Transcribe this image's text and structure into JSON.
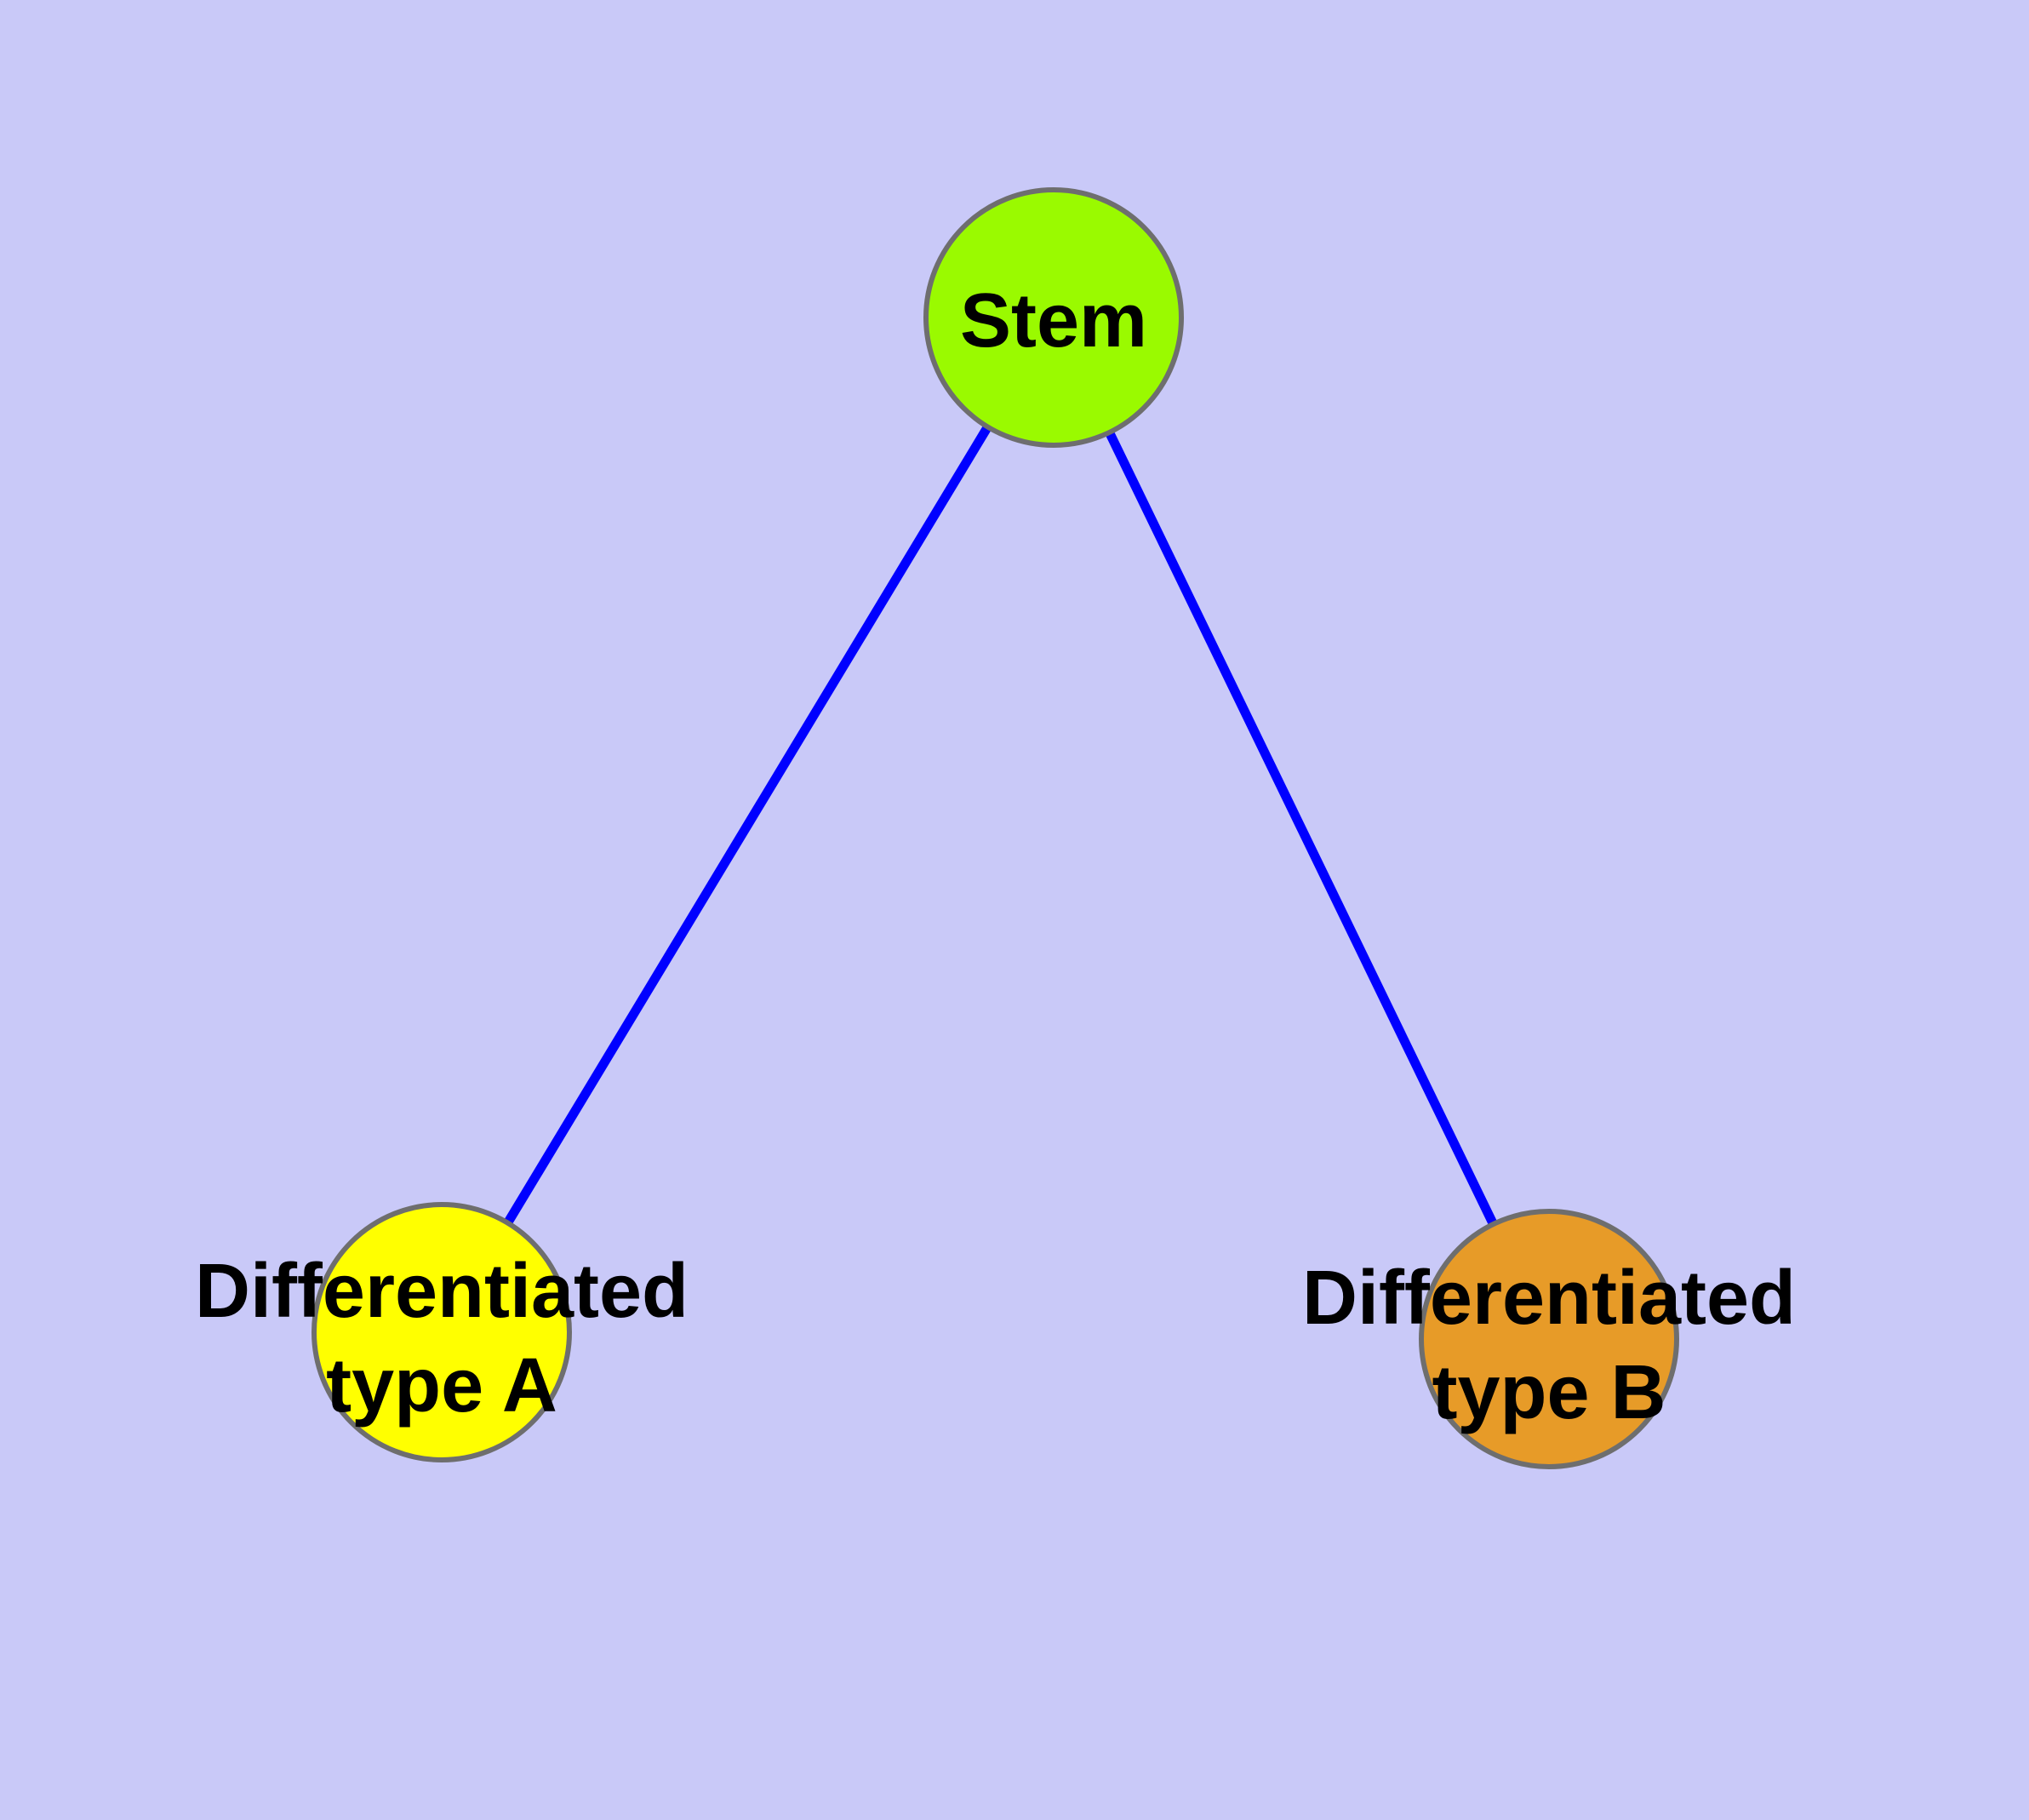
{
  "colors": {
    "background": "#C9C9F8",
    "edge": "#0000FF",
    "node_border": "#6E6E6E",
    "label_text": "#000000"
  },
  "diagram": {
    "type": "graph",
    "nodes": [
      {
        "id": "stem",
        "label": "Stem",
        "fill": "#9AFA00"
      },
      {
        "id": "type-a",
        "label_line1": "Differentiated",
        "label_line2": "type A",
        "fill": "#FFFF00"
      },
      {
        "id": "type-b",
        "label_line1": "Differentiated",
        "label_line2": "type B",
        "fill": "#E79B28"
      }
    ],
    "edges": [
      {
        "from": "Stem",
        "to": "Differentiated type A"
      },
      {
        "from": "Stem",
        "to": "Differentiated type B"
      }
    ]
  }
}
